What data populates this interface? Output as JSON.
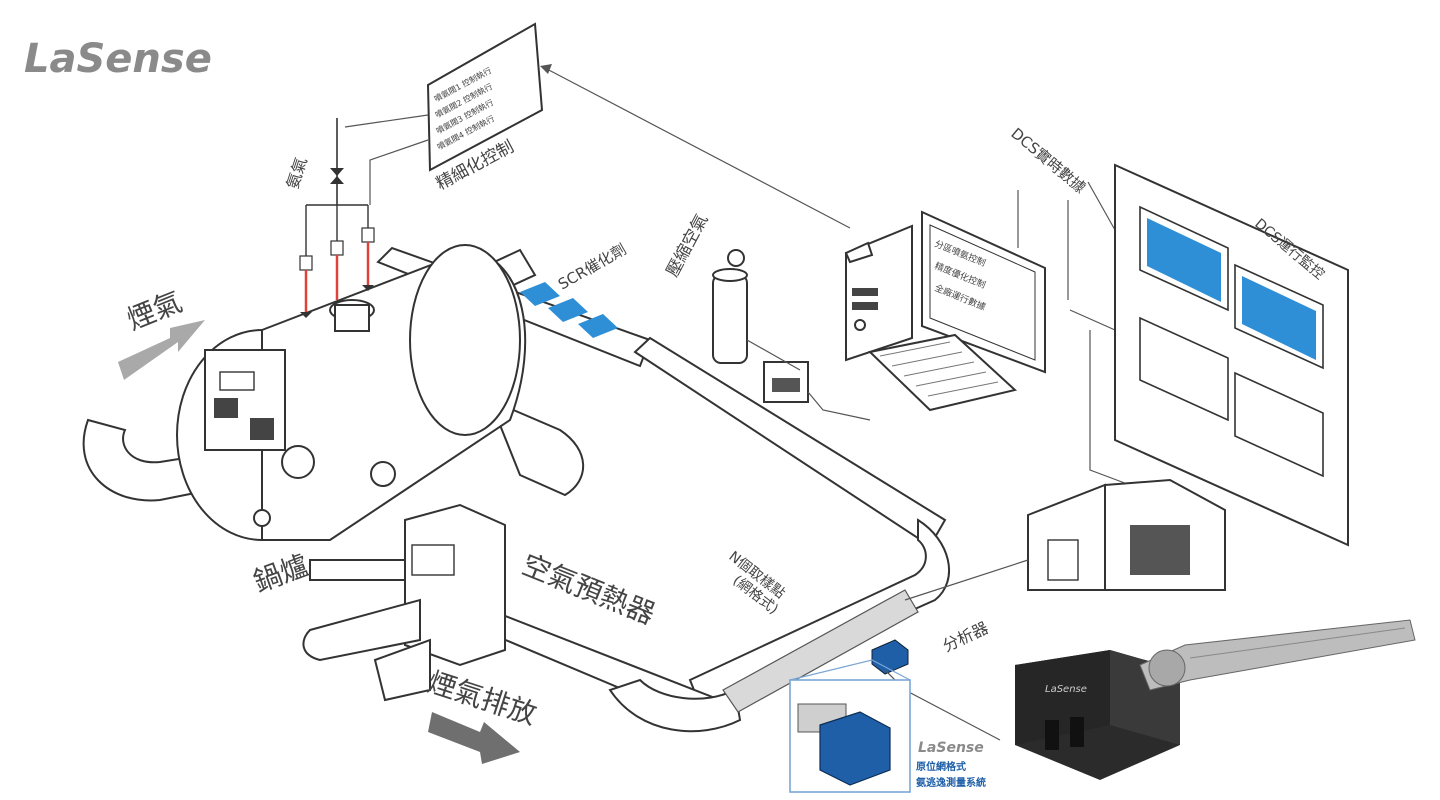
{
  "brand": {
    "logo": "LaSense",
    "inset_logo": "LaSense"
  },
  "labels": {
    "flue_gas_in": "煙氣",
    "ammonia": "氨氣",
    "fine_control": "精細化控制",
    "control_lines": [
      "噴氨閥1 控制執行",
      "噴氨閥2 控制執行",
      "噴氨閥3 控制執行",
      "噴氨閥4 控制執行"
    ],
    "scr": "SCR催化劑",
    "compressed_air": "壓縮空氣",
    "computer_lines": [
      "分區噴氨控制",
      "精度優化控制",
      "全廠運行數據"
    ],
    "dcs_data": "DCS實時數據",
    "dcs_monitor": "DCS運行監控",
    "boiler": "鍋爐",
    "air_preheater": "空氣預熱器",
    "sampling_points": "N個取樣點",
    "sampling_grid": "(網格式)",
    "analyzer": "分析器",
    "flue_gas_out": "煙氣排放",
    "inset_line1": "原位網格式",
    "inset_line2": "氨逃逸測量系統"
  },
  "colors": {
    "accent_blue": "#2f8fd6",
    "red_line": "#e0413a",
    "arrow_gray": "#9a9a9a",
    "dark_unit": "#2b2b2b"
  }
}
